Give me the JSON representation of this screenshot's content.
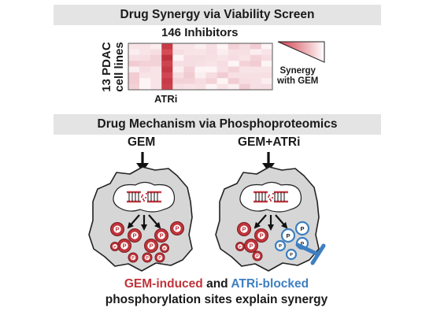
{
  "top_section": {
    "title": "Drug Synergy via Viability Screen",
    "columns_label": "146 Inhibitors",
    "rows_label_line1": "13 PDAC",
    "rows_label_line2": "cell lines",
    "highlight_label": "ATRi",
    "legend_line1": "Synergy",
    "legend_line2": "with GEM"
  },
  "bottom_section": {
    "title": "Drug Mechanism via Phosphoproteomics",
    "left_cell_label": "GEM",
    "right_cell_label": "GEM+ATRi",
    "site_letter": "P",
    "caption_part1": "GEM-induced",
    "caption_and": "and",
    "caption_part2": "ATRi-blocked",
    "caption_line2": "phosphorylation sites explain synergy"
  },
  "colors": {
    "gem_induced": "#c0343a",
    "atri_blocked": "#3d7fc1",
    "banner_bg": "#e4e4e4",
    "cell_gray": "#d6d6d6",
    "heatmap_strong": "#c83a45",
    "heatmap_pale": "#f6dde1"
  },
  "icons": [
    "dna-icon",
    "phospho-site-icon",
    "inhibitor-t-icon",
    "arrow-down-icon",
    "synergy-triangle-icon"
  ]
}
